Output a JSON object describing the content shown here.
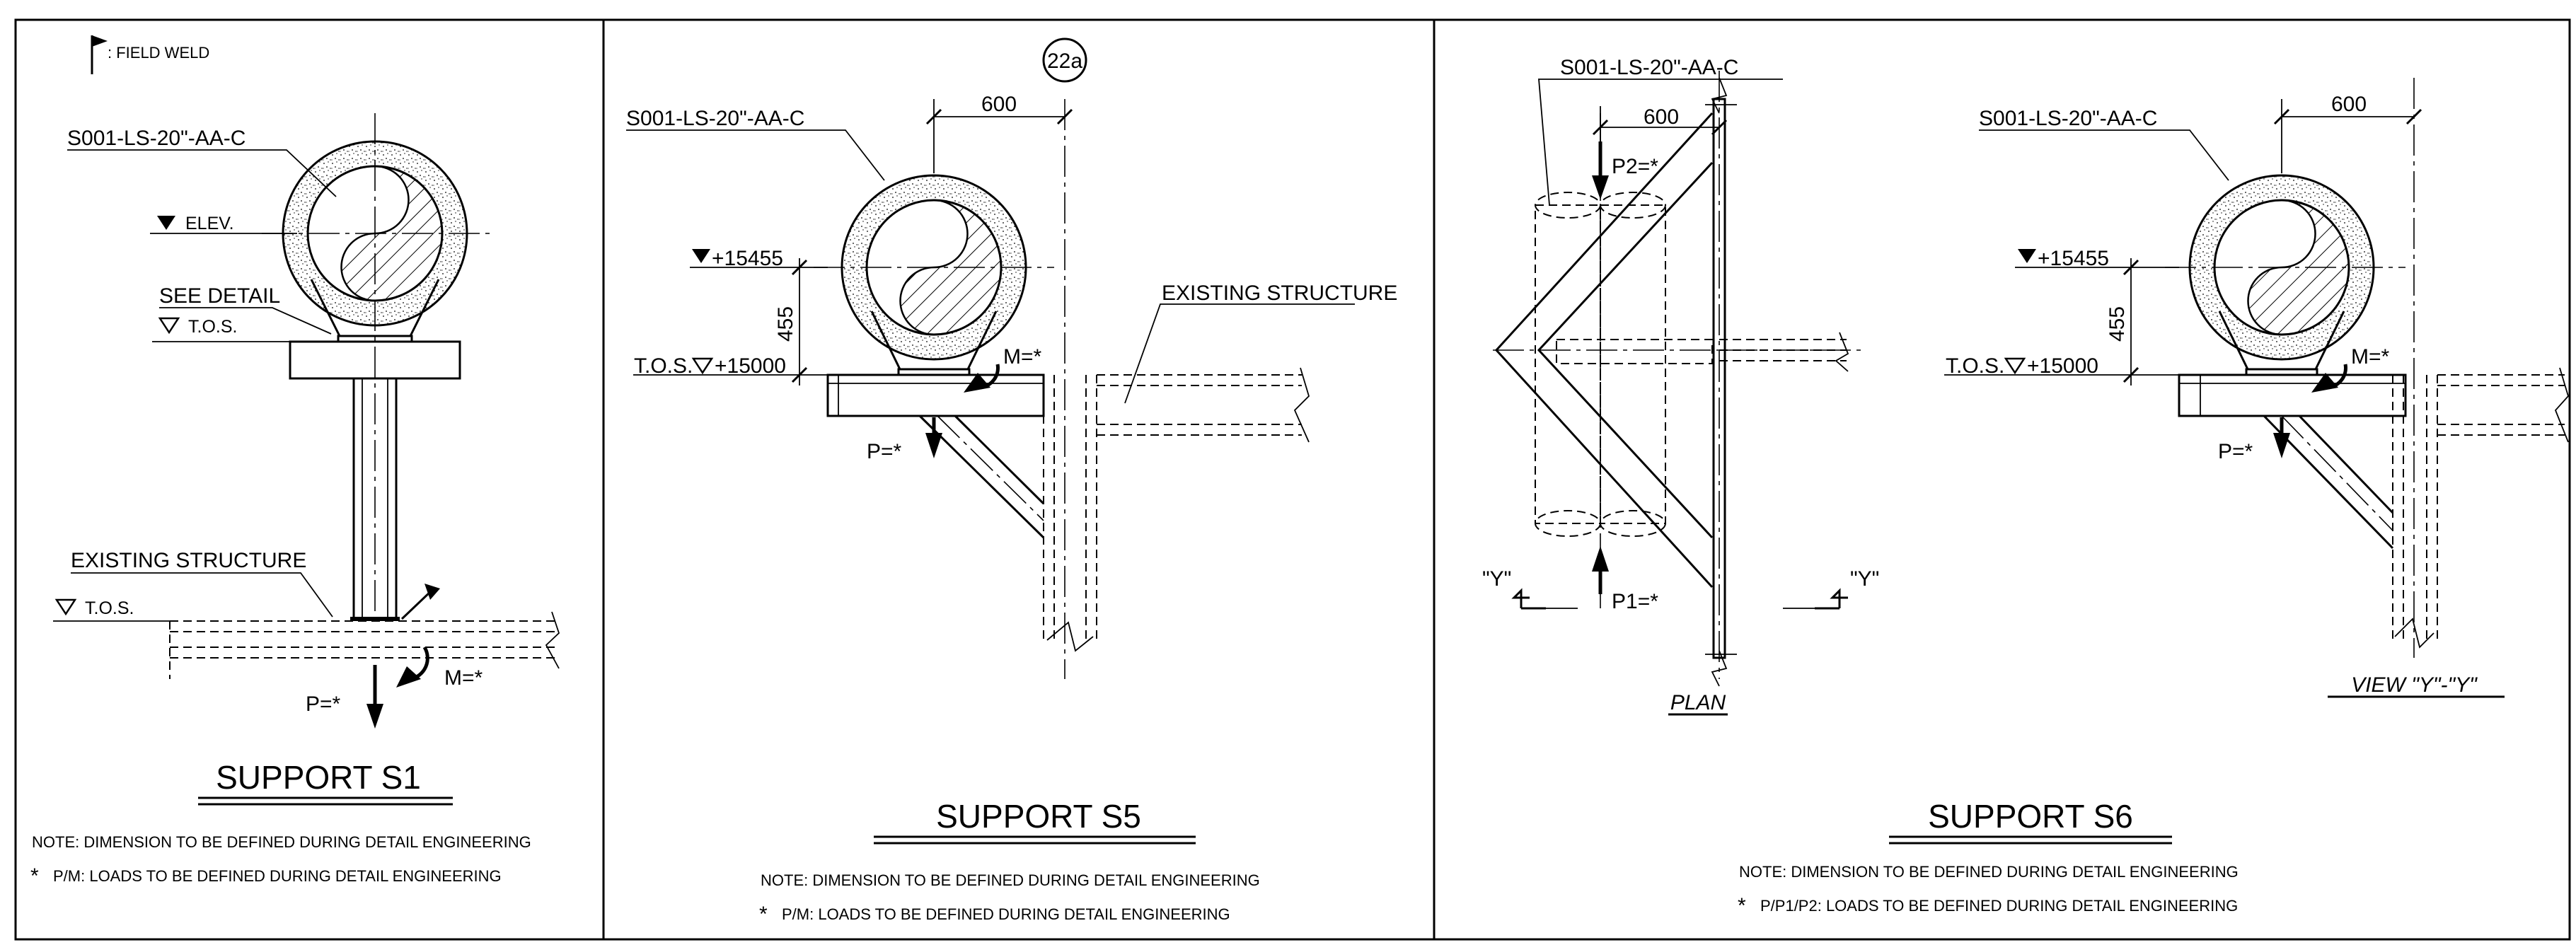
{
  "legend": {
    "field_weld": ": FIELD WELD"
  },
  "support_s1": {
    "line_tag": "S001-LS-20\"-AA-C",
    "elev": "ELEV.",
    "see_detail": "SEE DETAIL",
    "tos_top": "T.O.S.",
    "existing_structure": "EXISTING STRUCTURE",
    "tos_bottom": "T.O.S.",
    "p_load": "P=*",
    "m_load": "M=*",
    "title": "SUPPORT S1",
    "note1": "NOTE: DIMENSION TO BE DEFINED DURING DETAIL ENGINEERING",
    "note2": "P/M: LOADS TO BE DEFINED DURING DETAIL ENGINEERING"
  },
  "support_s5": {
    "bubble": "22a",
    "line_tag": "S001-LS-20\"-AA-C",
    "dim_600": "600",
    "elev": "+15455",
    "dim_455": "455",
    "tos": "T.O.S.",
    "tos_elev": "+15000",
    "m_load": "M=*",
    "p_load": "P=*",
    "existing_structure": "EXISTING STRUCTURE",
    "title": "SUPPORT S5",
    "note1": "NOTE: DIMENSION TO BE DEFINED DURING DETAIL ENGINEERING",
    "note2": "P/M: LOADS TO BE DEFINED DURING DETAIL ENGINEERING"
  },
  "support_s6": {
    "plan_line_tag": "S001-LS-20\"-AA-C",
    "plan_dim_600": "600",
    "p2_load": "P2=*",
    "p1_load": "P1=*",
    "section_left": "\"Y\"",
    "section_right": "\"Y\"",
    "plan_label": "PLAN",
    "view_line_tag": "S001-LS-20\"-AA-C",
    "view_dim_600": "600",
    "elev": "+15455",
    "dim_455": "455",
    "tos": "T.O.S.",
    "tos_elev": "+15000",
    "m_load": "M=*",
    "p_load": "P=*",
    "view_label": "VIEW  \"Y\"-\"Y\"",
    "title": "SUPPORT S6",
    "note1": "NOTE: DIMENSION TO BE DEFINED DURING DETAIL ENGINEERING",
    "note2": "P/P1/P2: LOADS TO BE DEFINED DURING DETAIL ENGINEERING"
  },
  "asterisk": "*"
}
